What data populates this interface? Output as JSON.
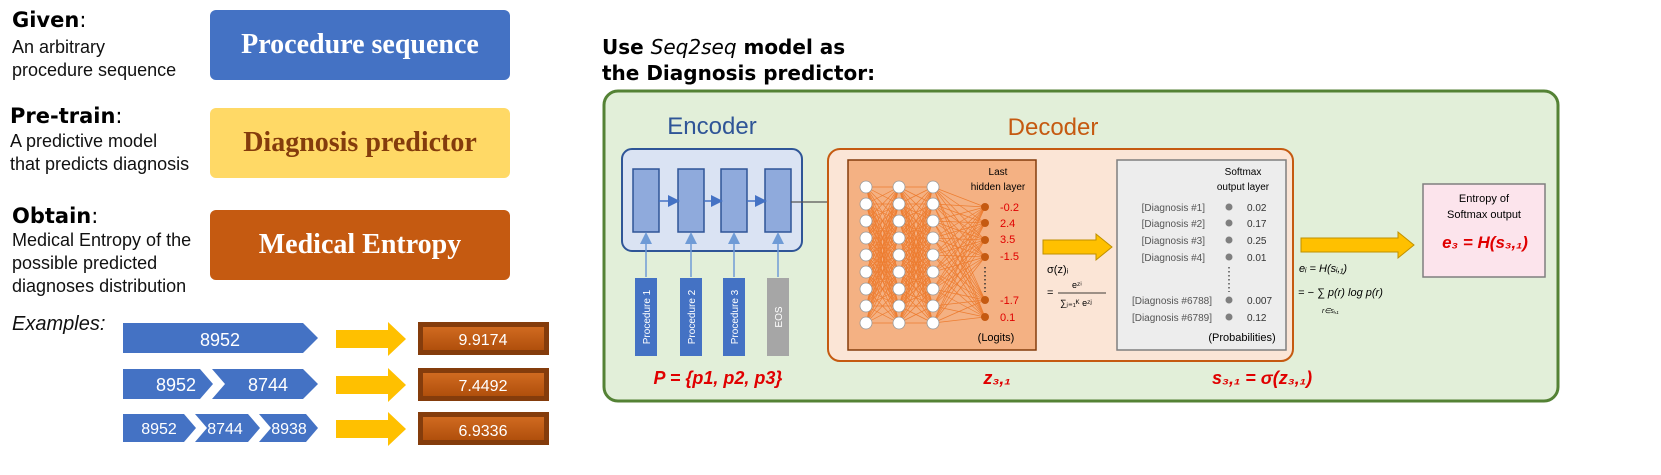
{
  "left": {
    "given": {
      "head": "Given",
      "colon": ":",
      "body1": "An arbitrary",
      "body2": "procedure sequence",
      "box": "Procedure sequence"
    },
    "pretrain": {
      "head": "Pre-train",
      "colon": ":",
      "body1": "A predictive model",
      "body2": "that predicts diagnosis",
      "box": "Diagnosis predictor"
    },
    "obtain": {
      "head": "Obtain",
      "colon": ":",
      "body1": "Medical Entropy of the",
      "body2": "possible predicted",
      "body3": "diagnoses distribution",
      "box": "Medical Entropy"
    },
    "examples": {
      "title": "Examples:",
      "rows": [
        {
          "codes": [
            "8952"
          ],
          "value": "9.9174"
        },
        {
          "codes": [
            "8952",
            "8744"
          ],
          "value": "7.4492"
        },
        {
          "codes": [
            "8952",
            "8744",
            "8938"
          ],
          "value": "6.9336"
        }
      ]
    }
  },
  "right": {
    "title_line1_pre": "Use ",
    "title_line1_em": "Seq2seq",
    "title_line1_post": " model as",
    "title_line2": "the Diagnosis predictor:",
    "encoder_label": "Encoder",
    "decoder_label": "Decoder",
    "inputs": [
      "Procedure 1",
      "Procedure 2",
      "Procedure 3",
      "EOS"
    ],
    "hidden_layer_label1": "Last",
    "hidden_layer_label2": "hidden layer",
    "logits": [
      "-0.2",
      "2.4",
      "3.5",
      "-1.5",
      "-1.7",
      "0.1"
    ],
    "logits_caption": "(Logits)",
    "softmax_label1": "Softmax",
    "softmax_label2": "output layer",
    "diagnoses": [
      {
        "name": "[Diagnosis #1]",
        "p": "0.02"
      },
      {
        "name": "[Diagnosis #2]",
        "p": "0.17"
      },
      {
        "name": "[Diagnosis #3]",
        "p": "0.25"
      },
      {
        "name": "[Diagnosis #4]",
        "p": "0.01"
      },
      {
        "name": "[Diagnosis #6788]",
        "p": "0.007"
      },
      {
        "name": "[Diagnosis #6789]",
        "p": "0.12"
      }
    ],
    "prob_caption": "(Probabilities)",
    "entropy_box1": "Entropy of",
    "entropy_box2": "Softmax output",
    "entropy_formula": "e₃ = H(s₃‚₁)",
    "softmax_formula_top": "σ(z)ᵢ",
    "softmax_formula_num": "eᶻⁱ",
    "softmax_formula_den": "∑ⱼ₌₁ᴷ eᶻʲ",
    "entropy_def1": "eᵢ = H(sᵢ‚₁)",
    "entropy_def2": "= − ∑ p(r) log p(r)",
    "entropy_def_sub": "r∈sᵢ‚₁",
    "bottom_P": "P = {p1, p2, p3}",
    "bottom_z": "z₃‚₁",
    "bottom_s": "s₃‚₁ = σ(z₃‚₁)"
  },
  "colors": {
    "blue": "#4472c4",
    "yellow": "#ffd966",
    "orange": "#c55a11",
    "dark_brown": "#843c0c",
    "green_panel": "#e2efd9",
    "green_border": "#548235",
    "red_text": "#e00000",
    "arrow_yellow": "#ffc000"
  }
}
